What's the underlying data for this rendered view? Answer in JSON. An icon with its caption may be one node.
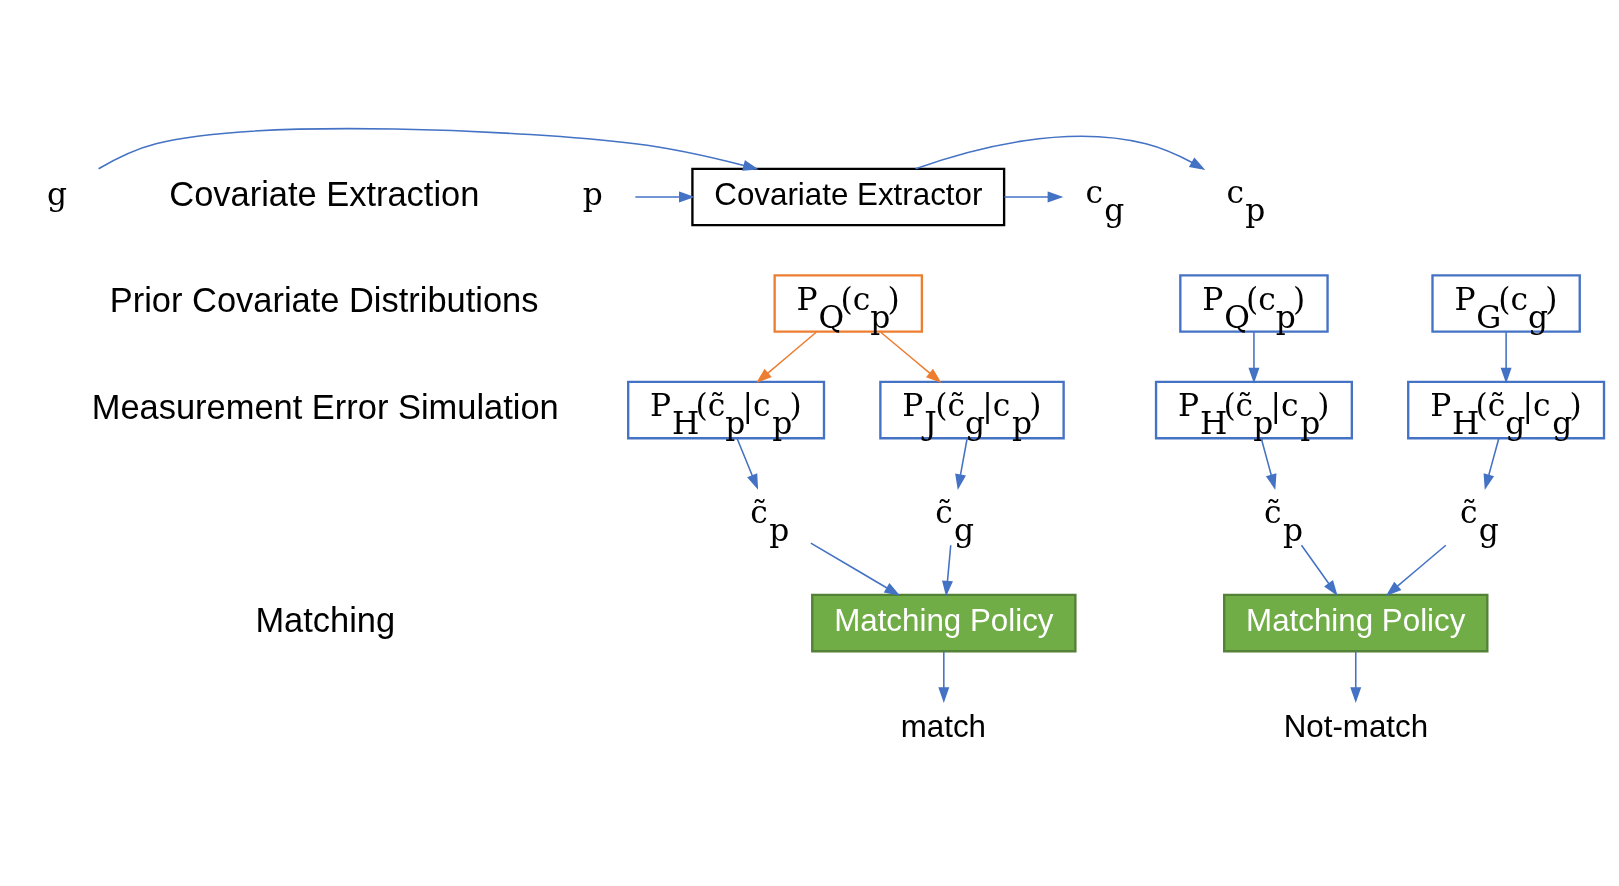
{
  "diagram": {
    "nodes": [
      {
        "text": [
          "p"
        ]
      },
      {
        "text": [
          "g"
        ]
      },
      {
        "text": [
          "Covariate Extractor"
        ]
      },
      {
        "text": [
          "c$_{p}$"
        ]
      },
      {
        "text": [
          "c$_{g}$"
        ]
      },
      {
        "text": [
          "P$_{Q}$(c$_{p}$)"
        ]
      },
      {
        "text": [
          "P$_{H}$(c̃$_{p}$|c$_{p}$)"
        ]
      },
      {
        "text": [
          "P$_{J}$(c̃$_{g}$|c$_{p}$)"
        ]
      },
      {
        "text": [
          "c̃$_{p}$"
        ]
      },
      {
        "text": [
          "c̃$_{g}$"
        ]
      },
      {
        "text": [
          "Matching Policy"
        ]
      },
      {
        "text": [
          "match"
        ]
      },
      {
        "text": [
          "P$_{Q}$(c$_{p}$)"
        ]
      },
      {
        "text": [
          "P$_{G}$(c$_{g}$)"
        ]
      },
      {
        "text": [
          "P$_{H}$(c̃$_{p}$|c$_{p}$)"
        ]
      },
      {
        "text": [
          "P$_{H}$(c̃$_{g}$|c$_{g}$)"
        ]
      },
      {
        "text": [
          "c̃$_{p}$"
        ]
      },
      {
        "text": [
          "c̃$_{g}$"
        ]
      },
      {
        "text": [
          "Matching Policy"
        ]
      },
      {
        "text": [
          "Not-match"
        ]
      }
    ],
    "edges": [
      {
        "from": 0,
        "to": 2,
        "arrow": "to"
      },
      {
        "from": 1,
        "to": 2,
        "arrow": "to"
      },
      {
        "from": 2,
        "to": 3,
        "arrow": "to"
      },
      {
        "from": 2,
        "to": 4,
        "arrow": "to"
      },
      {
        "from": 5,
        "to": 6,
        "arrow": "to",
        "color": "#ed7d31"
      },
      {
        "from": 5,
        "to": 7,
        "arrow": "to",
        "color": "#ed7d31"
      },
      {
        "from": 6,
        "to": 8,
        "arrow": "to"
      },
      {
        "from": 7,
        "to": 9,
        "arrow": "to"
      },
      {
        "from": 8,
        "to": 10,
        "arrow": "to"
      },
      {
        "from": 9,
        "to": 10,
        "arrow": "to"
      },
      {
        "from": 10,
        "to": 11,
        "arrow": "to"
      },
      {
        "from": 12,
        "to": 14,
        "arrow": "to"
      },
      {
        "from": 13,
        "to": 15,
        "arrow": "to"
      },
      {
        "from": 14,
        "to": 16,
        "arrow": "to"
      },
      {
        "from": 15,
        "to": 17,
        "arrow": "to"
      },
      {
        "from": 16,
        "to": 18,
        "arrow": "to"
      },
      {
        "from": 17,
        "to": 18,
        "arrow": "to"
      },
      {
        "from": 18,
        "to": 19,
        "arrow": "to"
      }
    ],
    "labels": [
      "Covariate Extraction",
      "Prior Covariate Distributions",
      "Measurement Error Simulation",
      "Matching"
    ]
  }
}
